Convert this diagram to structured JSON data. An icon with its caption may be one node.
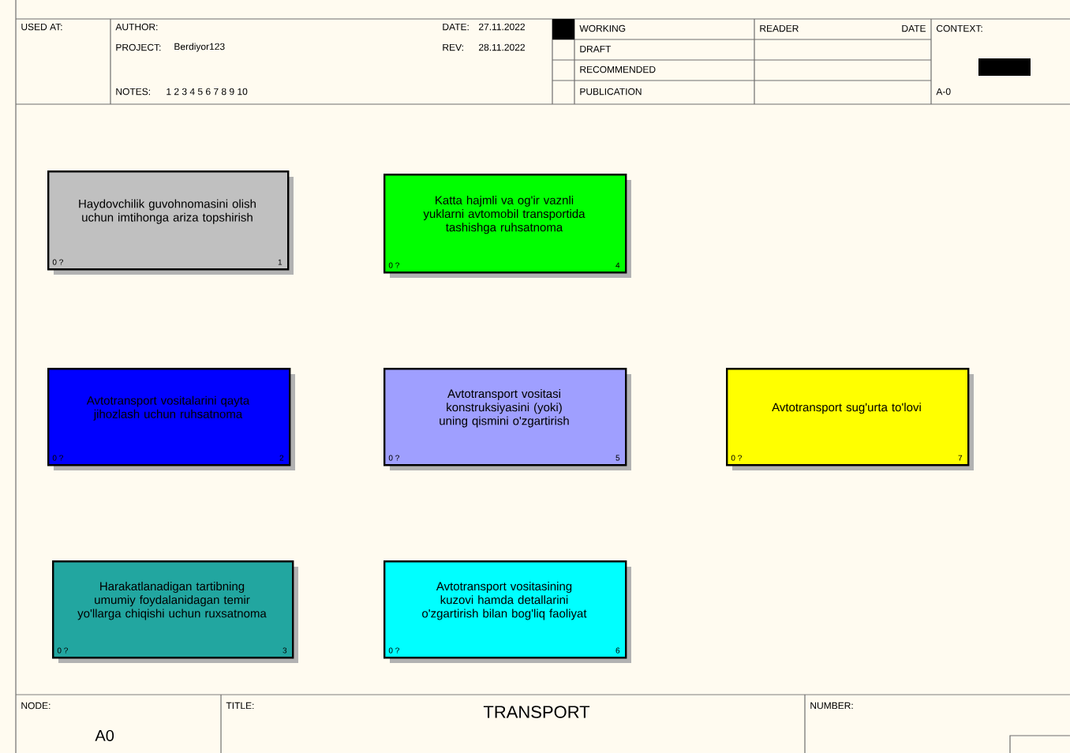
{
  "diagram": {
    "title": "TRANSPORT",
    "nodes": [
      {
        "text": [
          "Haydovchilik guvohnomasini olish uchun imtihonga ariza topshirish",
          "0 ?",
          "1"
        ]
      },
      {
        "text": [
          "Katta hajmli va og'ir vaznli yuklarni avtomobil transportida tashishga ruhsatnoma",
          "0 ?",
          "4"
        ]
      },
      {
        "text": [
          "Avtotransport vositalarini qayta jihozlash uchun ruhsatnoma",
          "0 ?",
          "2"
        ]
      },
      {
        "text": [
          "Avtotransport vositasi konstruksiyasini (yoki) uning qismini o'zgartirish",
          "0 ?",
          "5"
        ]
      },
      {
        "text": [
          "Avtotransport sug'urta to'lovi",
          "0 ?",
          "7"
        ]
      },
      {
        "text": [
          "Harakatlanadigan tartibning umumiy foydalanidagan temir yo'llarga chiqishi uchun ruxsatnoma",
          "0 ?",
          "3"
        ]
      },
      {
        "text": [
          "Avtotransport vositasining kuzovi hamda detallarini o'zgartirish bilan bog'liq faoliyat",
          "0 ?",
          "6"
        ]
      }
    ],
    "labels": [
      "USED AT:",
      "AUTHOR:",
      "DATE:",
      "27.11.2022",
      "WORKING",
      "READER",
      "DATE",
      "CONTEXT:",
      "PROJECT:",
      "Berdiyor123",
      "REV:",
      "28.11.2022",
      "DRAFT",
      "RECOMMENDED",
      "NOTES:",
      "1 2 3 4 5 6 7 8 9 10",
      "PUBLICATION",
      "A-0",
      "NODE:",
      "TITLE:",
      "NUMBER:",
      "A0"
    ]
  }
}
